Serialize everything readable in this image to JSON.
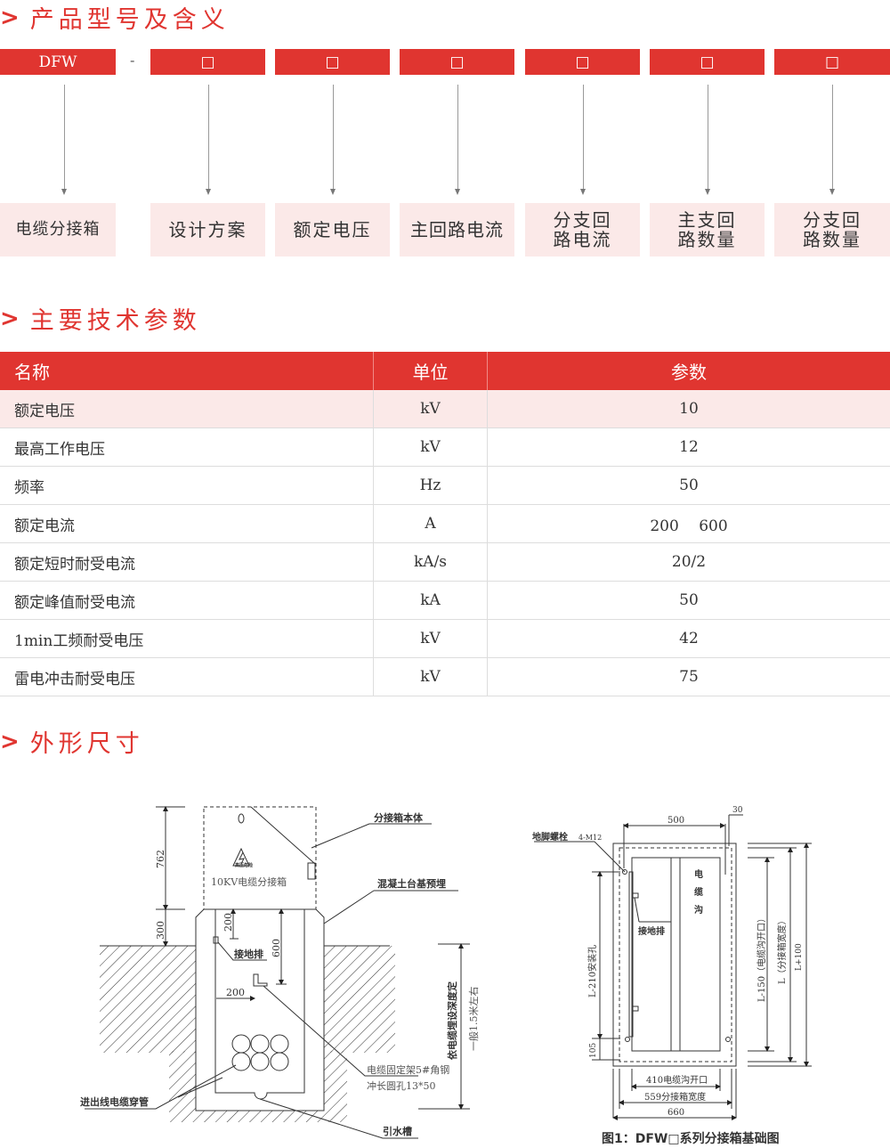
{
  "colors": {
    "accent": "#e03530",
    "highlight": "#fbe9e8"
  },
  "sections": {
    "model": "产品型号及含义",
    "tech": "主要技术参数",
    "dims": "外形尺寸"
  },
  "section_icon": "chevron-right-icon",
  "model_codes": [
    "DFW",
    "□",
    "□",
    "□",
    "□",
    "□",
    "□"
  ],
  "separator": "-",
  "model_meanings": [
    "电缆分接箱",
    "设计方案",
    "额定电压",
    "主回路电流",
    "分支回\n路电流",
    "主支回\n路数量",
    "分支回\n路数量"
  ],
  "table": {
    "headers": [
      "名称",
      "单位",
      "参数"
    ],
    "rows": [
      [
        "额定电压",
        "kV",
        "10"
      ],
      [
        "最高工作电压",
        "kV",
        "12"
      ],
      [
        "频率",
        "Hz",
        "50"
      ],
      [
        "额定电流",
        "A",
        "200　 600"
      ],
      [
        "额定短时耐受电流",
        "kA/s",
        "20/2"
      ],
      [
        "额定峰值耐受电流",
        "kA",
        "50"
      ],
      [
        "1min工频耐受电压",
        "kV",
        "42"
      ],
      [
        "雷电冲击耐受电压",
        "kV",
        "75"
      ]
    ]
  },
  "diagram1": {
    "box_body": "分接箱本体",
    "concrete": "混凝土台基预埋",
    "box_text": "10KV电缆分接箱",
    "warning": "高压危险",
    "ground_bar": "接地排",
    "bracket1": "电缆固定架5#角钢",
    "bracket2": "冲长圆孔13*50",
    "conduit": "进出线电缆穿管",
    "drain": "引水槽",
    "depth1": "依电缆埋设深度定",
    "depth2": "一般1.5米左右",
    "dims": [
      "762",
      "300",
      "200",
      "600",
      "200"
    ]
  },
  "diagram2": {
    "bolt": "地脚螺栓",
    "bolt_spec": "4-M12",
    "trench": [
      "电",
      "缆",
      "沟"
    ],
    "ground_bar": "接地排",
    "dims": {
      "w500": "500",
      "w30": "30",
      "h_install": "L-210安装孔",
      "h105": "105",
      "h_open": "L-150（电缆沟开口）",
      "h_L": "L（分接箱宽度）",
      "h_L100": "L+100",
      "w410": "410电缆沟开口",
      "w559": "559分接箱宽度",
      "w660": "660"
    },
    "caption": "图1：DFW□系列分接箱基础图"
  }
}
